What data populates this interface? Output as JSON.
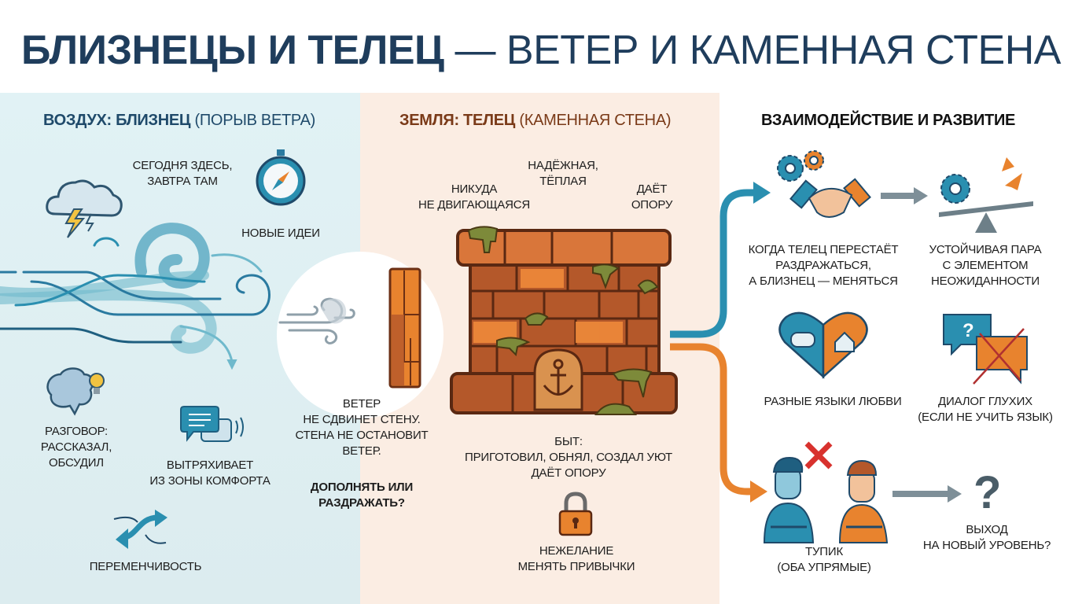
{
  "title": {
    "bold": "БЛИЗНЕЦЫ И ТЕЛЕЦ",
    "rest": "— ВЕТЕР И КАМЕННАЯ СТЕНА"
  },
  "air": {
    "heading_bold": "ВОЗДУХ: БЛИЗНЕЦ",
    "heading_rest": "(ПОРЫВ ВЕТРА)",
    "today_here": [
      "СЕГОДНЯ ЗДЕСЬ,",
      "ЗАВТРА ТАМ"
    ],
    "new_ideas": "НОВЫЕ ИДЕИ",
    "talk": [
      "РАЗГОВОР:",
      "РАССКАЗАЛ,",
      "ОБСУДИЛ"
    ],
    "shake": [
      "ВЫТРЯХИВАЕТ",
      "ИЗ ЗОНЫ КОМФОРТА"
    ],
    "changeability": "ПЕРЕМЕНЧИВОСТЬ"
  },
  "center": {
    "wind_wall": [
      "ВЕТЕР",
      "НЕ СДВИНЕТ СТЕНУ.",
      "СТЕНА НЕ ОСТАНОВИТ",
      "ВЕТЕР."
    ],
    "question": [
      "ДОПОЛНЯТЬ ИЛИ",
      "РАЗДРАЖАТЬ?"
    ]
  },
  "earth": {
    "heading_bold": "ЗЕМЛЯ: ТЕЛЕЦ",
    "heading_rest": "(КАМЕННАЯ СТЕНА)",
    "immovable": [
      "НИКУДА",
      "НЕ ДВИГАЮЩАЯСЯ"
    ],
    "reliable": [
      "НАДЁЖНАЯ,",
      "ТЁПЛАЯ"
    ],
    "support": [
      "ДАЁТ",
      "ОПОРУ"
    ],
    "life": [
      "БЫТ:",
      "ПРИГОТОВИЛ, ОБНЯЛ, СОЗДАЛ УЮТ",
      "ДАЁТ ОПОРУ"
    ],
    "reluctance": [
      "НЕЖЕЛАНИЕ",
      "МЕНЯТЬ ПРИВЫЧКИ"
    ]
  },
  "interaction": {
    "heading": "ВЗАИМОДЕЙСТВИЕ И РАЗВИТИЕ",
    "when": [
      "КОГДА ТЕЛЕЦ ПЕРЕСТАЁТ",
      "РАЗДРАЖАТЬСЯ,",
      "А БЛИЗНЕЦ — МЕНЯТЬСЯ"
    ],
    "stable": [
      "УСТОЙЧИВАЯ ПАРА",
      "С ЭЛЕМЕНТОМ",
      "НЕОЖИДАННОСТИ"
    ],
    "love": "РАЗНЫЕ ЯЗЫКИ ЛЮБВИ",
    "deaf": [
      "ДИАЛОГ ГЛУХИХ",
      "(ЕСЛИ НЕ УЧИТЬ ЯЗЫК)"
    ],
    "deadlock": [
      "ТУПИК",
      "(ОБА УПРЯМЫЕ)"
    ],
    "exit": [
      "ВЫХОД",
      "НА НОВЫЙ УРОВЕНЬ?"
    ]
  },
  "colors": {
    "blue": "#2a8fb0",
    "orange": "#e8832e",
    "navy": "#1f3d5c",
    "brown": "#7a3a18",
    "gray": "#7e8f98"
  }
}
